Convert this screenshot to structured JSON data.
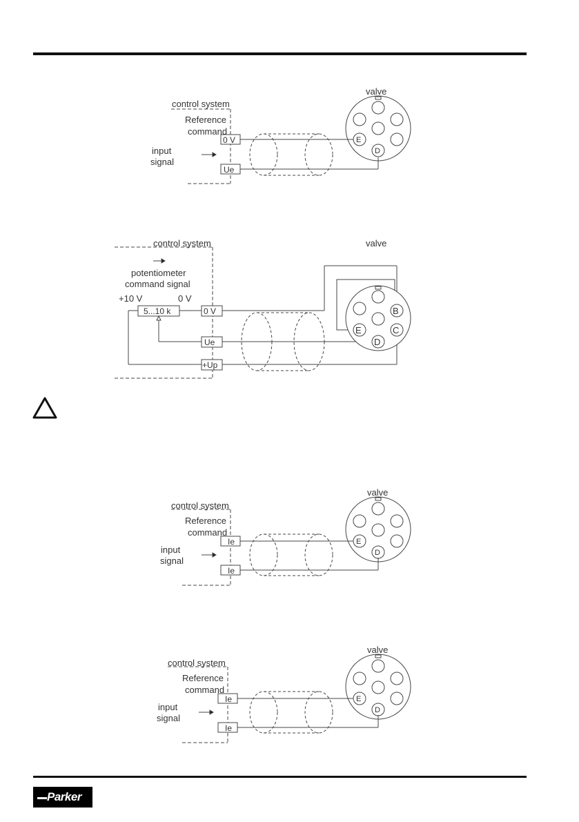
{
  "page": {
    "brand": "Parker"
  },
  "diagram1": {
    "control_system": "control system",
    "reference": "Reference",
    "command": "command",
    "input": "input",
    "signal": "signal",
    "valve": "valve",
    "terminal_top": "0 V",
    "terminal_bottom": "Ue",
    "pin_e": "E",
    "pin_d": "D"
  },
  "diagram2": {
    "control_system": "control system",
    "valve": "valve",
    "potentiometer": "potentiometer",
    "command_signal": "command signal",
    "plus10v": "+10 V",
    "zero_v": "0 V",
    "resistor": "5...10 k",
    "terminal_0v": "0 V",
    "terminal_ue": "Ue",
    "terminal_up": "+Up",
    "pin_b": "B",
    "pin_c": "C",
    "pin_e": "E",
    "pin_d": "D"
  },
  "diagram3": {
    "control_system": "control system",
    "reference": "Reference",
    "command": "command",
    "input": "input",
    "signal": "signal",
    "valve": "valve",
    "terminal_top": "Ie",
    "terminal_bottom": "Ie",
    "pin_e": "E",
    "pin_d": "D"
  },
  "diagram4": {
    "control_system": "control system",
    "reference": "Reference",
    "command": "command",
    "input": "input",
    "signal": "signal",
    "valve": "valve",
    "terminal_top": "Ie",
    "terminal_bottom": "Ie",
    "pin_e": "E",
    "pin_d": "D"
  }
}
